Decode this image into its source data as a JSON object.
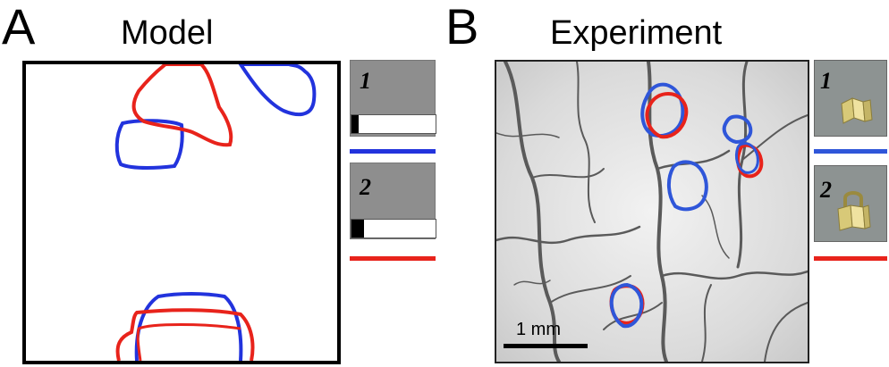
{
  "panel_a": {
    "letter": "A",
    "title": "Model",
    "stimuli": [
      {
        "number": "1",
        "level": 0.08,
        "color": "#2233dd"
      },
      {
        "number": "2",
        "level": 0.15,
        "color": "#e8231b"
      }
    ]
  },
  "panel_b": {
    "letter": "B",
    "title": "Experiment",
    "scale_label": "1 mm",
    "stimuli": [
      {
        "number": "1",
        "object": "open-lock-icon",
        "color": "#2f56d9"
      },
      {
        "number": "2",
        "object": "closed-lock-icon",
        "color": "#e8231b"
      }
    ]
  },
  "colors": {
    "blue": "#2233dd",
    "red": "#e8231b"
  }
}
